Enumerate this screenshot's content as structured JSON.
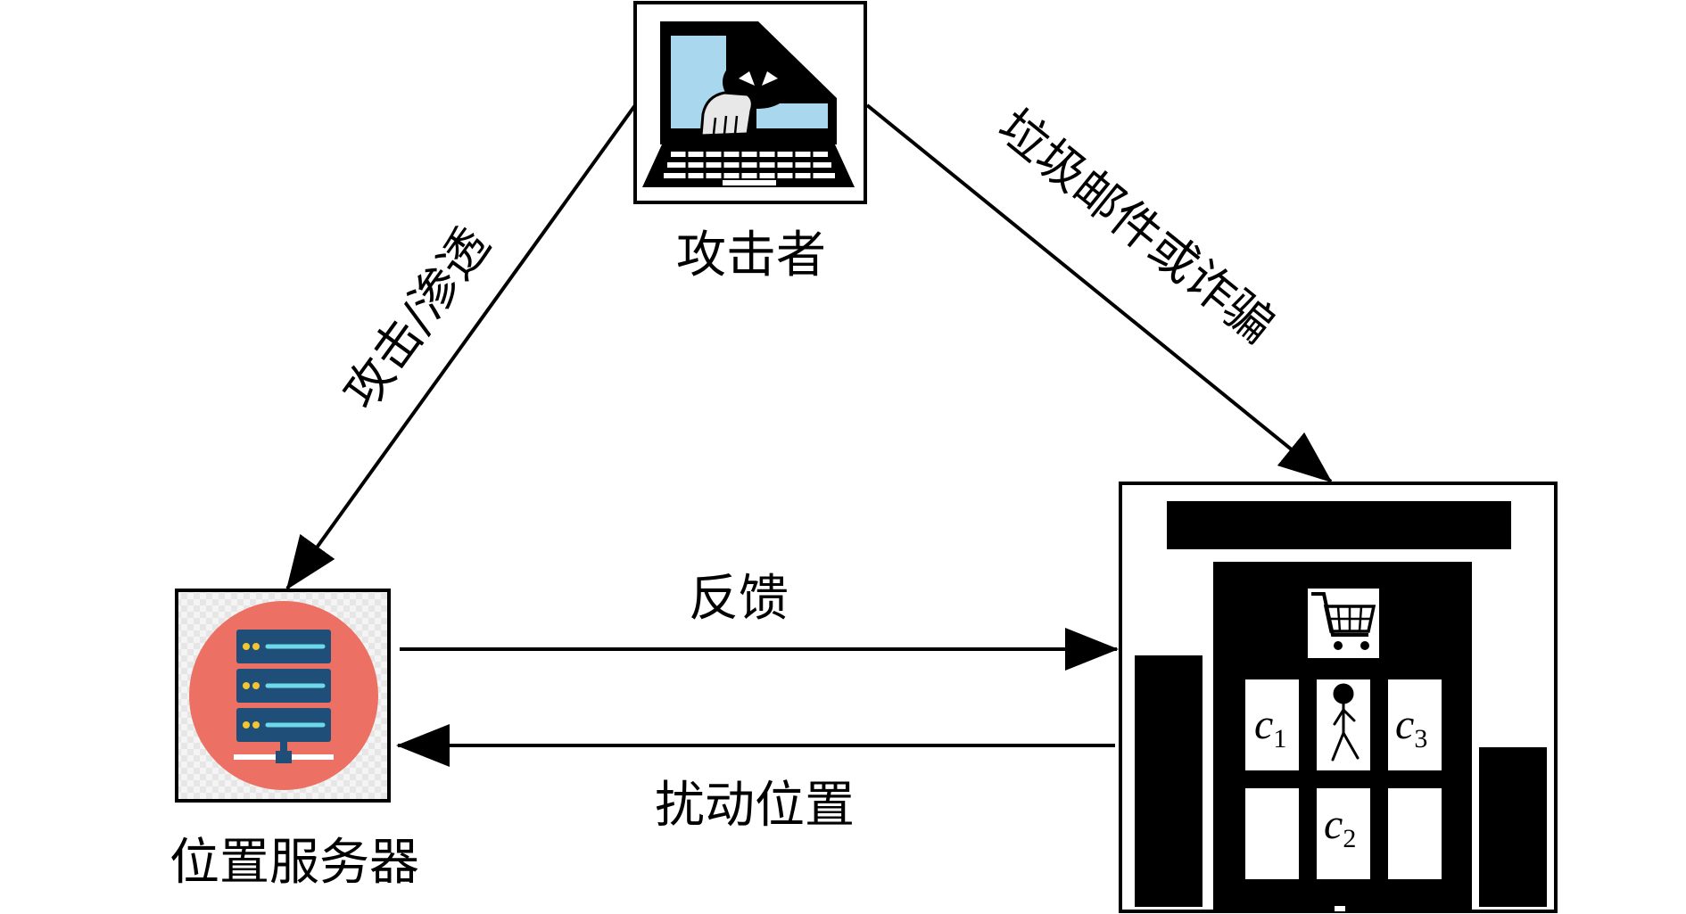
{
  "nodes": {
    "attacker": {
      "label": "攻击者"
    },
    "location_server": {
      "label": "位置服务器"
    }
  },
  "edges": {
    "attack_penetrate": "攻击/渗透",
    "spam_fraud": "垃圾邮件或诈骗",
    "feedback": "反馈",
    "perturb_location": "扰动位置"
  },
  "store": {
    "cell_labels": {
      "c1_base": "c",
      "c1_sub": "1",
      "c2_base": "c",
      "c2_sub": "2",
      "c3_base": "c",
      "c3_sub": "3"
    }
  },
  "colors": {
    "server_circle": "#EC7063",
    "server_unit": "#1F4E79",
    "server_line": "#6DD9E8",
    "server_dot": "#F4C531",
    "laptop_screen": "#A9D8EE",
    "ink": "#000000"
  },
  "icons": {
    "attacker": "hacker-laptop-icon",
    "server": "server-rack-icon",
    "store": "shopping-cart-icon",
    "person": "walking-person-icon"
  }
}
